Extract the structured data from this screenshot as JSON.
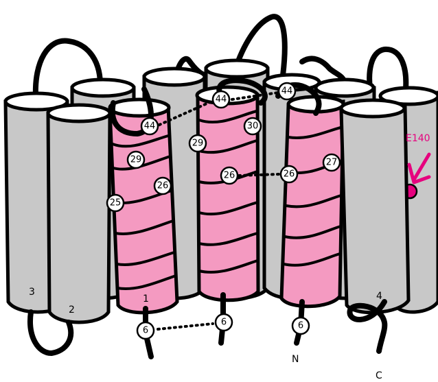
{
  "helix_labels": {
    "h3": "3",
    "h2": "2",
    "h1": "1",
    "h4": "4"
  },
  "terminus_labels": {
    "n": "N",
    "c": "C"
  },
  "residues": {
    "h1_44": "44",
    "h1_29": "29",
    "h1_26": "26",
    "h1_25": "25",
    "h1_6": "6",
    "hm_44": "44",
    "hm_30": "30",
    "hm_29": "29",
    "hm_26": "26",
    "hm_6": "6",
    "hr_44": "44",
    "hr_27": "27",
    "hr_26": "26",
    "hr_6": "6"
  },
  "annotation": {
    "mutation_label": "E140"
  },
  "colors": {
    "pink_helix": "#f49ac1",
    "gray_helix": "#c8c8c8",
    "accent": "#e6007e"
  }
}
